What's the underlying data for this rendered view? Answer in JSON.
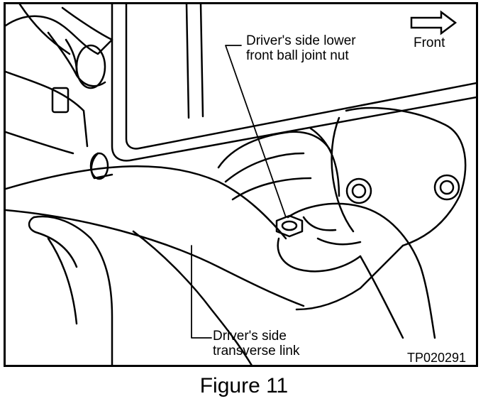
{
  "figure": {
    "caption": "Figure 11",
    "code": "TP020291",
    "direction": {
      "label": "Front",
      "icon": "right-arrow-icon"
    },
    "callouts": [
      {
        "text_line1": "Driver's side lower",
        "text_line2": "front ball joint nut"
      },
      {
        "text_line1": "Driver's side",
        "text_line2": "transverse link"
      }
    ]
  }
}
